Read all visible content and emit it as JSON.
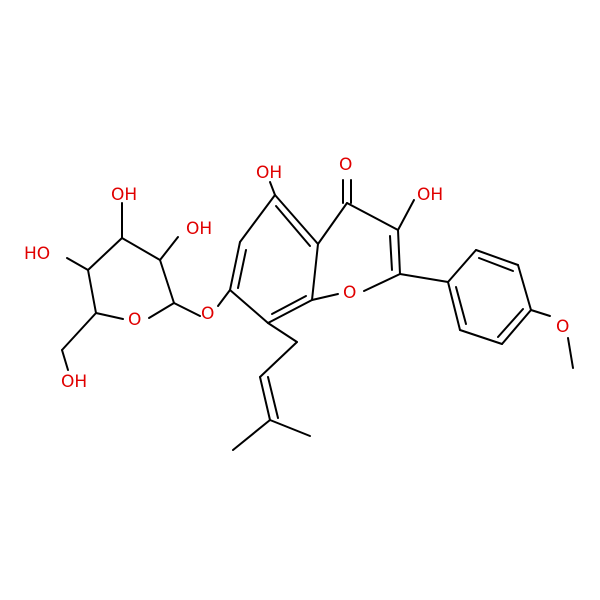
{
  "colors": {
    "background": "#ffffff",
    "bond": "#000000",
    "oxygen": "#e00000"
  },
  "labels": {
    "oh_5": "OH",
    "carbonyl_o": "O",
    "oh_3": "OH",
    "ring_o": "O",
    "methoxy_o": "O",
    "glycosidic_o": "O",
    "sugar_ring_o": "O",
    "sugar_oh_a": "OH",
    "sugar_oh_b": "OH",
    "sugar_oh_c": "HO",
    "sugar_ch2oh": "OH"
  }
}
